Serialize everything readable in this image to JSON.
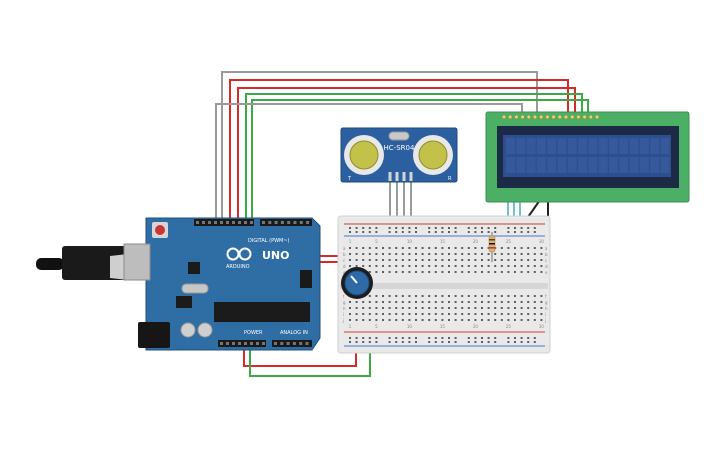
{
  "colors": {
    "background": "#ffffff",
    "arduino_board": "#2f6ea4",
    "arduino_board_dark": "#234f7a",
    "breadboard": "#e9e9e9",
    "breadboard_rail_red": "#d33b3b",
    "breadboard_rail_blue": "#4a78c8",
    "lcd_pcb": "#4caf66",
    "lcd_screen": "#2d4f8f",
    "sensor_pcb": "#2c5fa0",
    "wire_red": "#d42a2a",
    "wire_gray": "#9a9a9a",
    "wire_green": "#3aaa45",
    "wire_black": "#222222",
    "wire_cyan": "#6fc3d0"
  },
  "components": {
    "arduino": {
      "name": "arduino-uno",
      "logo_text": "UNO",
      "brand_text": "ARDUINO",
      "header_digital": "DIGITAL (PWM~)",
      "header_power": "POWER",
      "header_analog": "ANALOG IN",
      "icons": [
        "usb-connector-icon",
        "barrel-jack-icon",
        "reset-button-icon",
        "arduino-infinity-logo-icon"
      ]
    },
    "ultrasonic_sensor": {
      "name": "hc-sr04",
      "label": "HC-SR04",
      "transmitter_label": "T",
      "receiver_label": "R"
    },
    "lcd": {
      "name": "lcd-16x2"
    },
    "potentiometer": {
      "name": "potentiometer"
    },
    "resistor": {
      "name": "resistor"
    },
    "breadboard": {
      "name": "breadboard",
      "column_labels_top": [
        "1",
        "5",
        "10",
        "15",
        "20",
        "25",
        "30"
      ],
      "row_labels": [
        "a",
        "b",
        "c",
        "d",
        "e",
        "f",
        "g",
        "h",
        "i",
        "j"
      ]
    }
  }
}
